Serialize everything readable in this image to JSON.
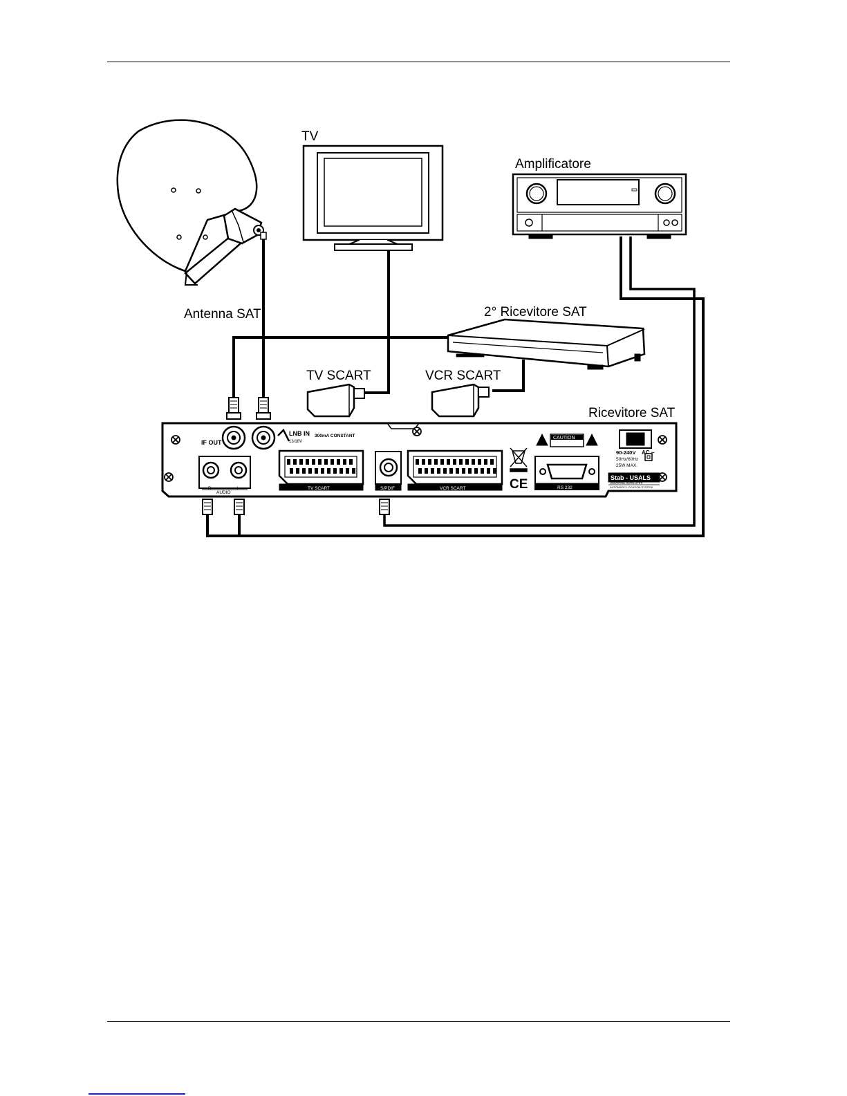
{
  "labels": {
    "tv": "TV",
    "amplifier": "Amplificatore",
    "antenna": "Antenna SAT",
    "second_receiver": "2° Ricevitore SAT",
    "tv_scart": "TV SCART",
    "vcr_scart": "VCR SCART",
    "receiver": "Ricevitore SAT"
  },
  "panel": {
    "if_out": "IF OUT",
    "lnb_in": "LNB IN",
    "lnb_volt": "13/18V",
    "lnb_current": "300mA CONSTANT",
    "audio": "AUDIO",
    "audio_r": "R",
    "audio_l": "L",
    "tv_scart": "TV SCART",
    "spdif": "S/PDIF",
    "vcr_scart": "VCR SCART",
    "rs232": "RS 232",
    "caution": "CAUTION",
    "voltage": "90-240V",
    "ac": "AC ~",
    "freq": "50Hz/60Hz",
    "power": "25W  MAX.",
    "brand": "Stab - USALS",
    "brand_line1": "UNIVERSAL SATELLITES",
    "brand_line2": "AUTOMATIC LOCATION SYSTEM",
    "ce": "CE"
  }
}
